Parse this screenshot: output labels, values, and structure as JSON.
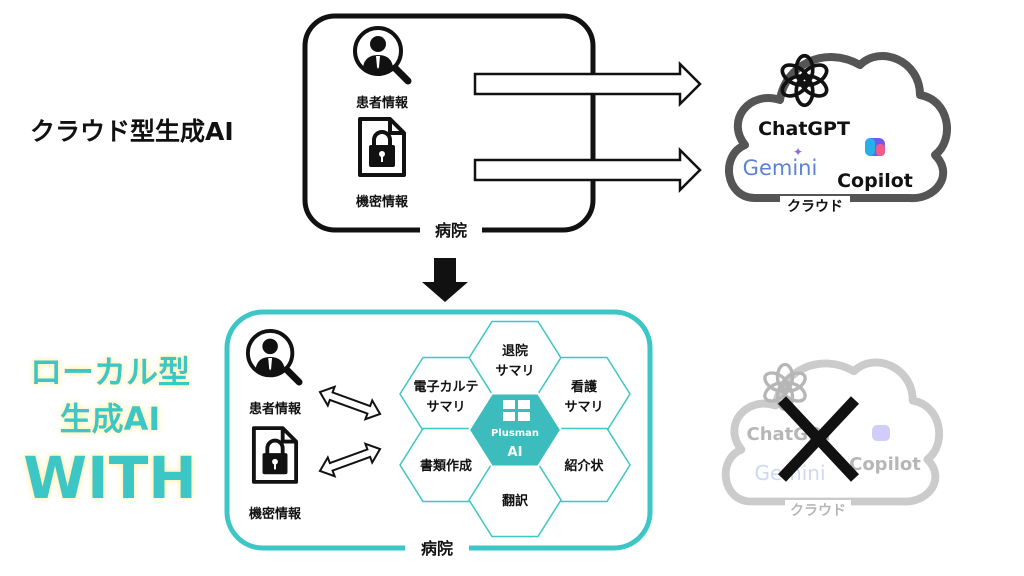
{
  "top": {
    "label": "クラウド型生成AI",
    "hospital_label": "病院",
    "patient_info": "患者情報",
    "confidential_info": "機密情報"
  },
  "cloud": {
    "label": "クラウド",
    "services": [
      "ChatGPT",
      "Gemini",
      "Copilot"
    ]
  },
  "bottom": {
    "title_line1": "ローカル型",
    "title_line2": "生成AI",
    "title_line3": "WITH",
    "hospital_label": "病院",
    "patient_info": "患者情報",
    "confidential_info": "機密情報",
    "center_brand": "Plusman",
    "center_ai": "AI",
    "features": [
      {
        "line1": "退院",
        "line2": "サマリ"
      },
      {
        "line1": "電子カルテ",
        "line2": "サマリ"
      },
      {
        "line1": "看護",
        "line2": "サマリ"
      },
      {
        "line1": "書類作成",
        "line2": ""
      },
      {
        "line1": "紹介状",
        "line2": ""
      },
      {
        "line1": "翻訳",
        "line2": ""
      }
    ]
  },
  "colors": {
    "teal": "#3cc6c6",
    "black": "#111111",
    "cloud_grey": "#555555"
  }
}
